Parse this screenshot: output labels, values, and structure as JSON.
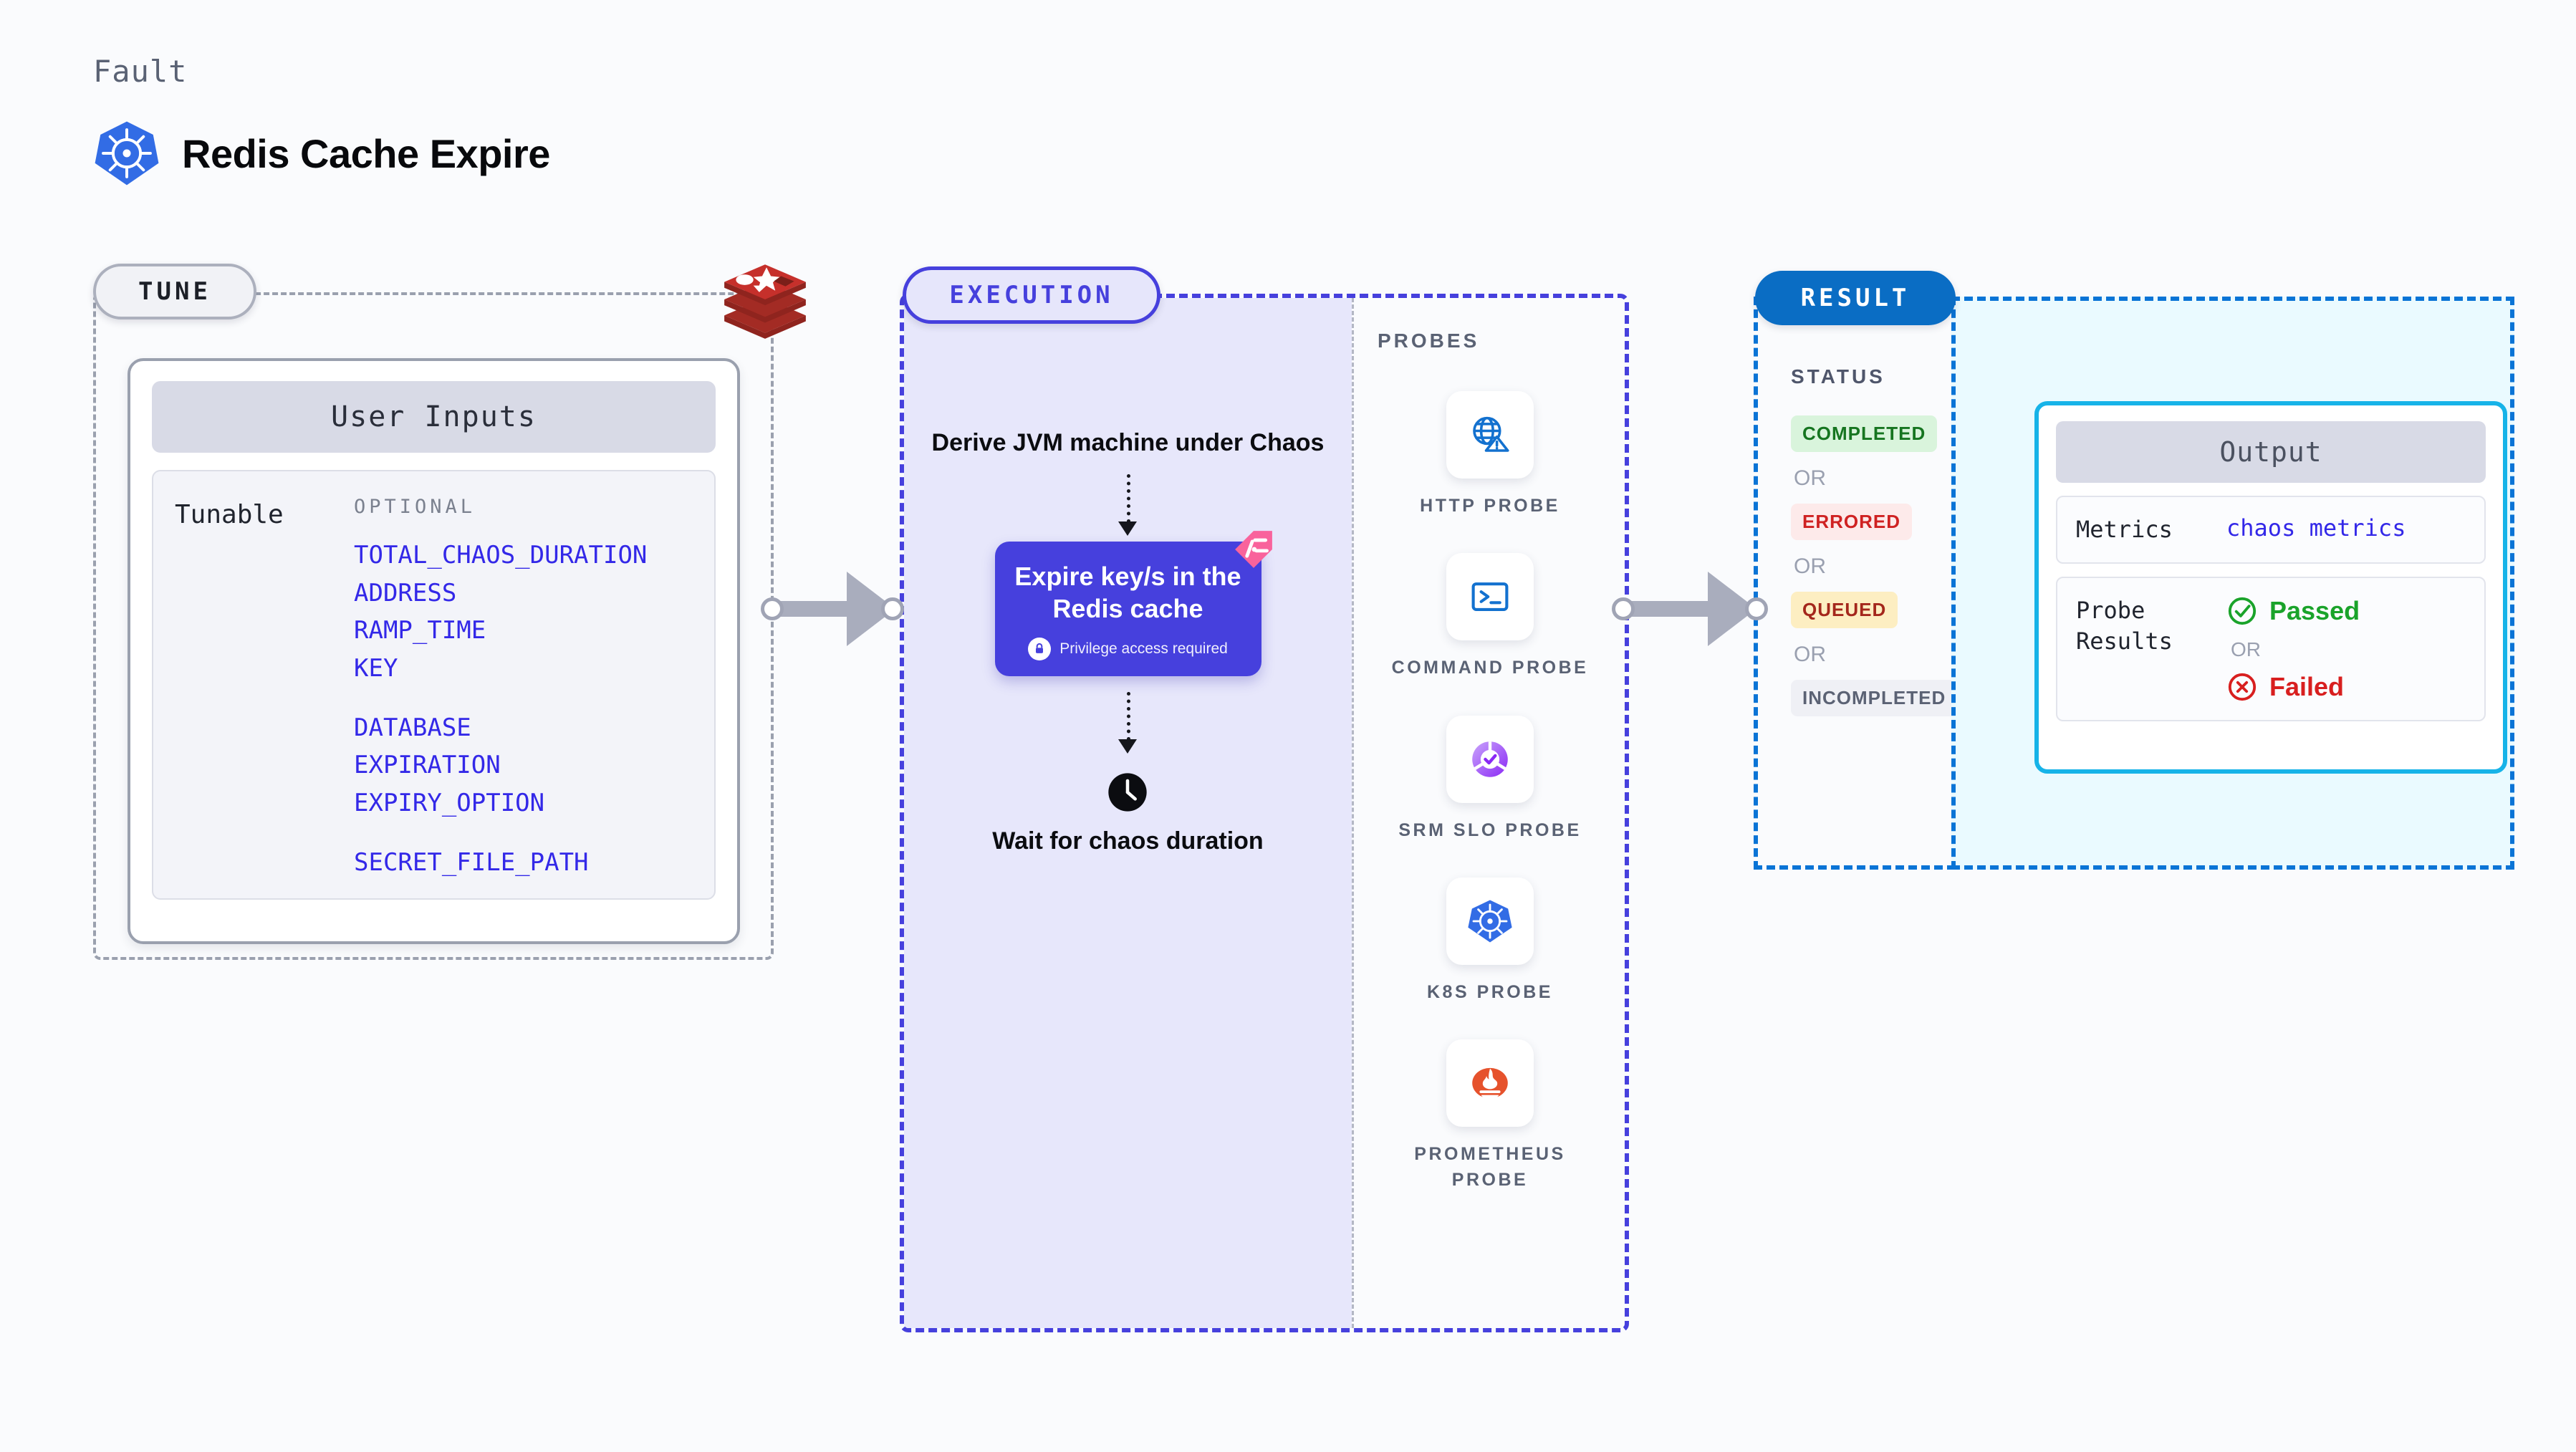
{
  "header": {
    "eyebrow": "Fault",
    "title": "Redis Cache Expire",
    "icon": "kubernetes-icon"
  },
  "tune": {
    "pill_label": "TUNE",
    "platform_icon": "redis-icon",
    "card": {
      "header": "User Inputs",
      "row_label": "Tunable",
      "group_label": "OPTIONAL",
      "tunables": [
        "TOTAL_CHAOS_DURATION",
        "ADDRESS",
        "RAMP_TIME",
        "KEY",
        "DATABASE",
        "EXPIRATION",
        "EXPIRY_OPTION",
        "SECRET_FILE_PATH"
      ]
    }
  },
  "execution": {
    "pill_label": "EXECUTION",
    "steps": {
      "derive": "Derive JVM machine under Chaos",
      "action_title": "Expire key/s in the Redis cache",
      "action_note": "Privilege access required",
      "action_icon": "lock-icon",
      "corner_icon": "chaos-ribbon-icon",
      "wait_icon": "clock-icon",
      "wait_text": "Wait for chaos duration"
    },
    "probes": {
      "label": "PROBES",
      "items": [
        {
          "name": "HTTP PROBE",
          "icon": "globe-warning-icon"
        },
        {
          "name": "COMMAND PROBE",
          "icon": "terminal-icon"
        },
        {
          "name": "SRM SLO PROBE",
          "icon": "slo-donut-check-icon"
        },
        {
          "name": "K8S PROBE",
          "icon": "kubernetes-icon"
        },
        {
          "name": "PROMETHEUS PROBE",
          "icon": "prometheus-icon"
        }
      ]
    }
  },
  "result": {
    "pill_label": "RESULT",
    "status_label": "STATUS",
    "or_label": "OR",
    "statuses": [
      {
        "label": "COMPLETED",
        "variant": "completed"
      },
      {
        "label": "ERRORED",
        "variant": "errored"
      },
      {
        "label": "QUEUED",
        "variant": "queued"
      },
      {
        "label": "INCOMPLETED",
        "variant": "incomplete"
      }
    ],
    "output": {
      "header": "Output",
      "metrics_key": "Metrics",
      "metrics_value": "chaos metrics",
      "probe_key": "Probe Results",
      "passed_label": "Passed",
      "failed_label": "Failed",
      "or_label": "OR",
      "passed_icon": "check-circle-icon",
      "failed_icon": "x-circle-icon"
    }
  },
  "colors": {
    "accent_purple": "#4640dd",
    "accent_blue": "#0a74d6",
    "cyan": "#16b3e8",
    "tunable_blue": "#3328e8",
    "pass_green": "#1aa32a",
    "fail_red": "#d81f1f",
    "redis_red": "#c6302b",
    "k8s_blue": "#326ce5",
    "prometheus_orange": "#e6522c",
    "ribbon_pink": "#f9639c"
  }
}
